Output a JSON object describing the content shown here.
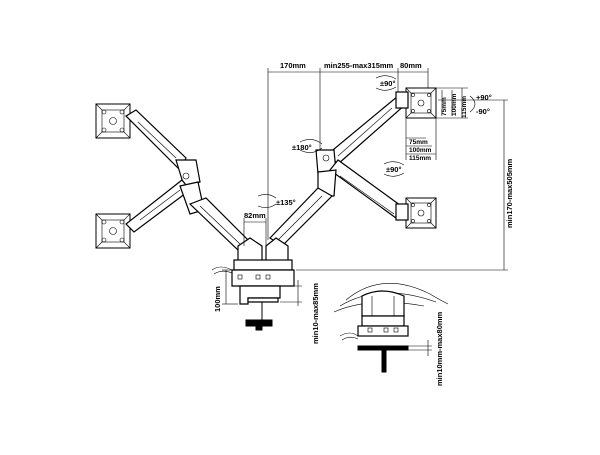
{
  "dimensions": {
    "arm_reach_a": "170mm",
    "arm_reach_b": "min255-max315mm",
    "head_offset": "80mm",
    "pole_gap": "82mm",
    "desk_clamp_height": "100mm",
    "clamp_range": "min10-max85mm",
    "height_range": "min170-max505mm",
    "grommet_range": "min10mm-max80mm",
    "vesa_75": "75mm",
    "vesa_100": "100mm",
    "vesa_115": "115mm",
    "vesa_75_h": "75mm",
    "vesa_100_h": "100mm",
    "vesa_115_h": "115mm"
  },
  "rotations": {
    "tilt_up": "+90°",
    "tilt_down": "-90°",
    "swivel_head": "±90°",
    "swivel_head_lower": "±90°",
    "arm_swivel": "±180°",
    "base_swivel": "±135°"
  },
  "colors": {
    "line": "#000000",
    "background": "#ffffff"
  }
}
